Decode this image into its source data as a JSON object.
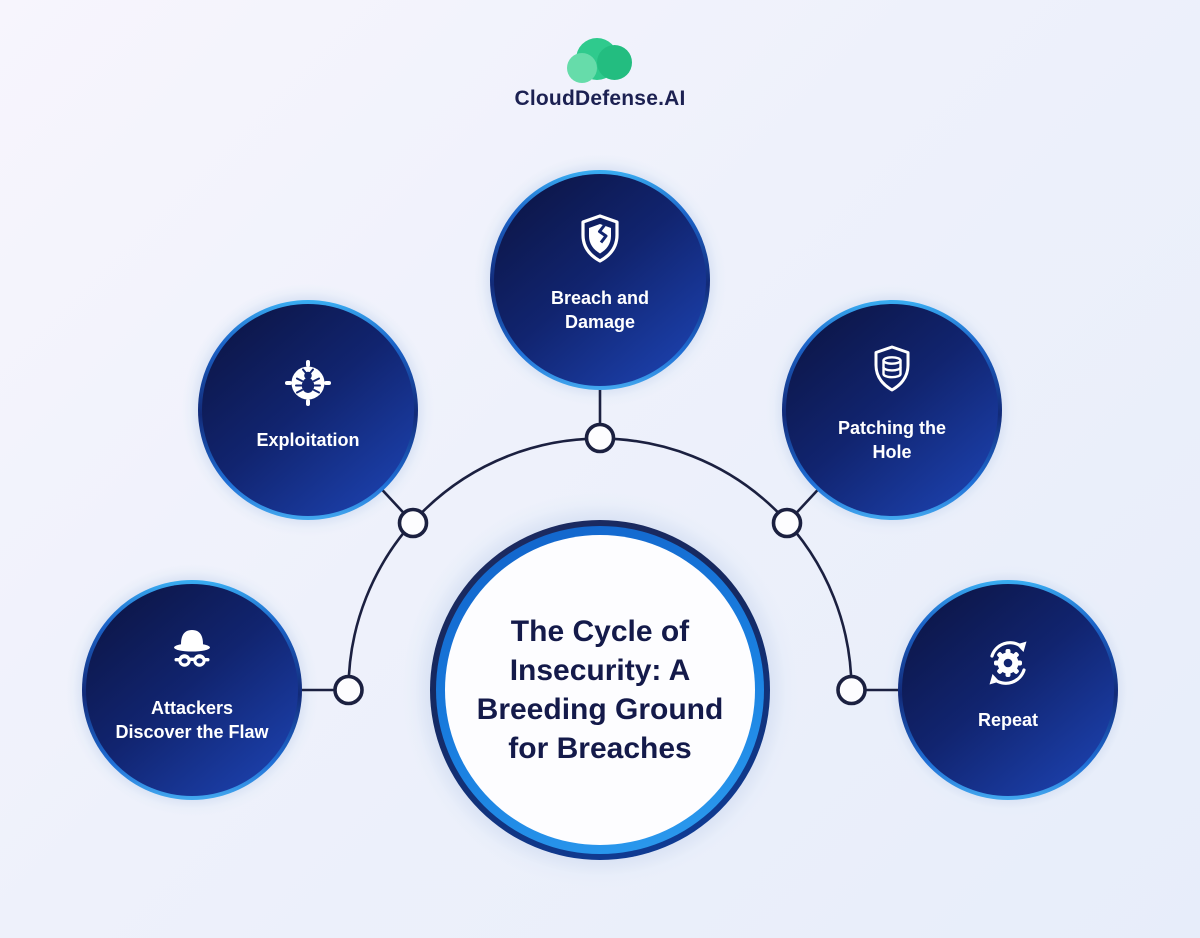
{
  "brand": {
    "name": "CloudDefense.AI"
  },
  "center": {
    "title": "The Cycle of Insecurity: A Breeding Ground for Breaches",
    "title_lines": [
      "The Cycle of",
      "Insecurity: A",
      "Breeding Ground",
      "for Breaches"
    ]
  },
  "nodes": [
    {
      "id": "breach-and-damage",
      "label": "Breach and Damage",
      "lines": [
        "Breach and",
        "Damage"
      ],
      "icon": "broken-shield-icon",
      "position": "top"
    },
    {
      "id": "exploitation",
      "label": "Exploitation",
      "lines": [
        "Exploitation"
      ],
      "icon": "bug-crosshair-icon",
      "position": "upper-left"
    },
    {
      "id": "patching-the-hole",
      "label": "Patching the Hole",
      "lines": [
        "Patching the",
        "Hole"
      ],
      "icon": "shield-database-icon",
      "position": "upper-right"
    },
    {
      "id": "attackers-discover-the-flaw",
      "label": "Attackers Discover the Flaw",
      "lines": [
        "Attackers",
        "Discover the Flaw"
      ],
      "icon": "spy-icon",
      "position": "lower-left"
    },
    {
      "id": "repeat",
      "label": "Repeat",
      "lines": [
        "Repeat"
      ],
      "icon": "gear-refresh-icon",
      "position": "lower-right"
    }
  ],
  "palette": {
    "background_start": "#f7f5fd",
    "background_end": "#e7edfa",
    "node_fill_dark": "#0c1545",
    "node_fill_light": "#1d44b4",
    "node_rim_cyan": "#3aaef2",
    "node_halo": "#d9e2f4",
    "center_ring_navy": "#15285f",
    "center_ring_blue": "#1b82e2",
    "center_face": "#fdfdff",
    "title_color": "#141a4a",
    "connector": "#1b2040",
    "logo_green_main": "#2fca8d",
    "logo_green_dark": "#23bd80",
    "logo_green_light": "#66dcaa"
  }
}
